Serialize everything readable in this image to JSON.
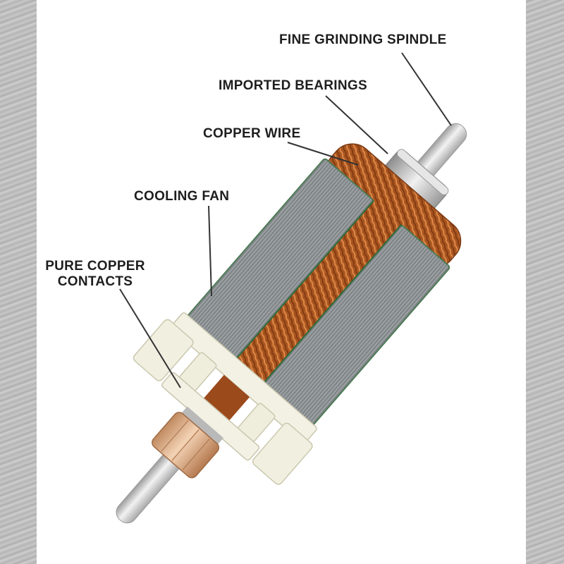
{
  "labels": {
    "spindle": "FINE GRINDING SPINDLE",
    "bearings": "IMPORTED BEARINGS",
    "copper_wire": "COPPER WIRE",
    "cooling_fan": "COOLING FAN",
    "contacts_line1": "PURE COPPER",
    "contacts_line2": "CONTACTS"
  },
  "colors": {
    "panel_background": "#ffffff",
    "side_background": "#b9b9b9",
    "steel_lamination": "#8e9396",
    "copper_winding": "#b4622c",
    "commutator_copper": "#d9a780",
    "fan_plastic": "#f1efe0",
    "shaft_steel": "#d8d8d8",
    "leader_line": "#333333"
  }
}
